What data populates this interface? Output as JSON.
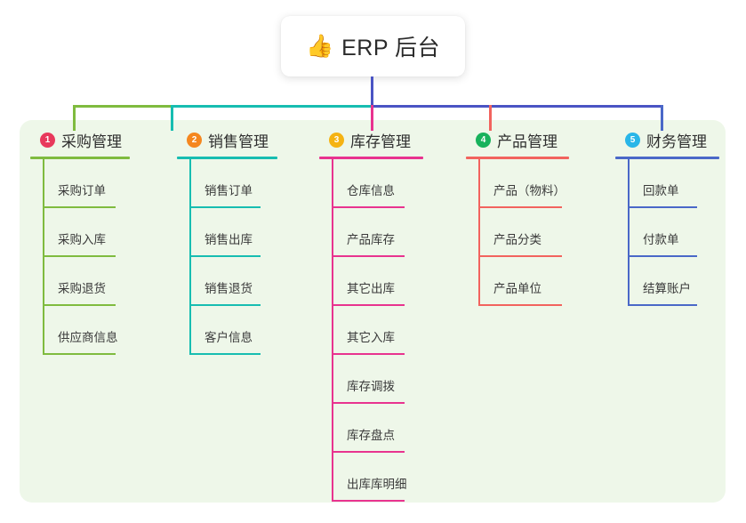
{
  "root": {
    "icon": "thumbs-up-icon",
    "icon_glyph": "👍",
    "title": "ERP 后台"
  },
  "panel": {
    "background": "#eef7e9"
  },
  "connector": {
    "stem_color": "#4a54c4",
    "bus_left_color": "#7fbb3f",
    "bus_mid_color": "#17bdb1",
    "bus_right_color": "#4a54c4",
    "drop_colors": [
      "#7fbb3f",
      "#17bdb1",
      "#e8338f",
      "#f2635e",
      "#4a68c8"
    ]
  },
  "branches": [
    {
      "number": "1",
      "label": "采购管理",
      "badge_color": "#e8395c",
      "line_color": "#7fbb3f",
      "items": [
        "采购订单",
        "采购入库",
        "采购退货",
        "供应商信息"
      ]
    },
    {
      "number": "2",
      "label": "销售管理",
      "badge_color": "#f5871f",
      "line_color": "#17bdb1",
      "items": [
        "销售订单",
        "销售出库",
        "销售退货",
        "客户信息"
      ]
    },
    {
      "number": "3",
      "label": "库存管理",
      "badge_color": "#f5b313",
      "line_color": "#e8338f",
      "items": [
        "仓库信息",
        "产品库存",
        "其它出库",
        "其它入库",
        "库存调拨",
        "库存盘点",
        "出库库明细"
      ]
    },
    {
      "number": "4",
      "label": "产品管理",
      "badge_color": "#18b25c",
      "line_color": "#f2635e",
      "items": [
        "产品（物料）",
        "产品分类",
        "产品单位"
      ]
    },
    {
      "number": "5",
      "label": "财务管理",
      "badge_color": "#29b6e8",
      "line_color": "#4a68c8",
      "items": [
        "回款单",
        "付款单",
        "结算账户"
      ]
    }
  ]
}
